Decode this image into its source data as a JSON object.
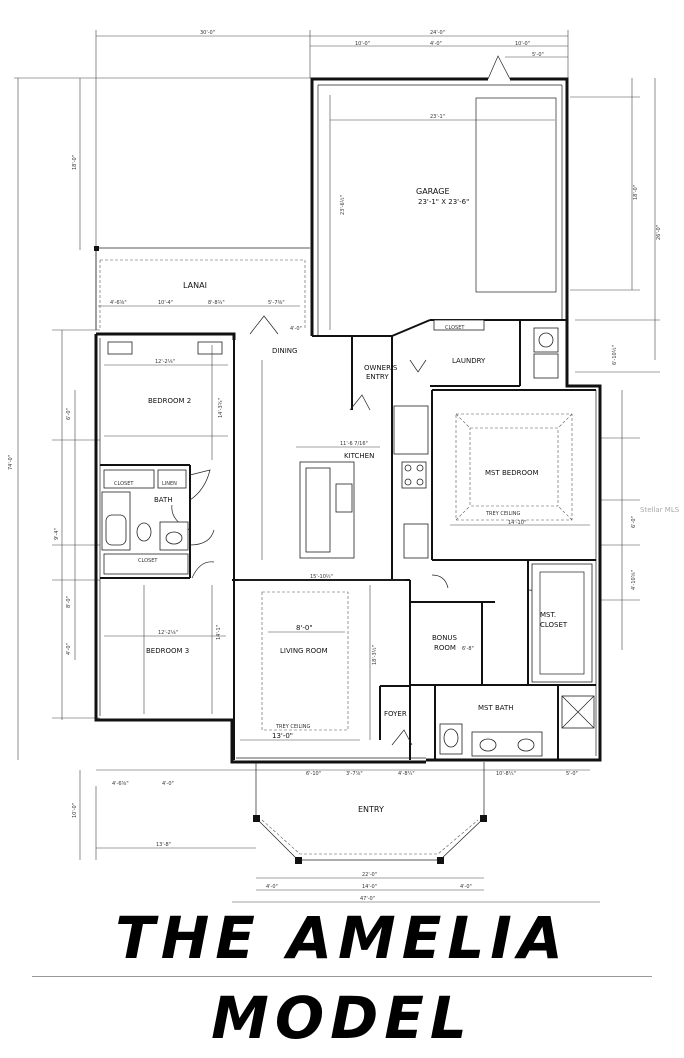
{
  "title": "THE AMELIA MODEL",
  "rooms": {
    "garage": "GARAGE",
    "garage_size": "23'-1\" X 23'-6\"",
    "lanai": "LANAI",
    "dining": "DINING",
    "owners_entry_1": "OWNER'S",
    "owners_entry_2": "ENTRY",
    "laundry": "LAUNDRY",
    "bedroom2": "BEDROOM 2",
    "kitchen": "KITCHEN",
    "mst_bedroom": "MST BEDROOM",
    "bath": "BATH",
    "closet1": "CLOSET",
    "closet2": "CLOSET",
    "linen": "LINEN",
    "bedroom3": "BEDROOM 3",
    "living_room": "LIVING ROOM",
    "bonus_1": "BONUS",
    "bonus_2": "ROOM",
    "mst_closet_1": "MST.",
    "mst_closet_2": "CLOSET",
    "mst_bath": "MST BATH",
    "foyer": "FOYER",
    "entry": "ENTRY",
    "tray_ceiling_1": "TREY CEILING",
    "tray_ceiling_2": "TREY CEILING",
    "closet_garage": "CLOSET"
  },
  "dims": {
    "top_left": "30'-0\"",
    "top_right": "24'-0\"",
    "top_a": "10'-0\"",
    "top_b": "4'-0\"",
    "top_c": "10'-0\"",
    "top_d": "5'-0\"",
    "lanai_a": "4'-6⅝\"",
    "lanai_b": "10'-4\"",
    "lanai_c": "8'-8¾\"",
    "lanai_d": "5'-7⅜\"",
    "lanai_e": "4'-0\"",
    "garage_w": "23'-1\"",
    "garage_h": "23'-6½\"",
    "kitchen_w": "11'-6 7/16\"",
    "mst_w": "14'-10\"",
    "living_top": "15'-10½\"",
    "living_w": "8'-0\"",
    "living_bottom": "13'-0\"",
    "living_h": "18'-3½\"",
    "bedroom2_w": "12'-2⅛\"",
    "bedroom2_h": "14'-3¾\"",
    "bedroom3_w": "12'-2⅛\"",
    "bedroom3_h": "14'-1\"",
    "bonus_w": "6'-8\"",
    "entry_total": "22'-0\"",
    "entry_mid": "14'-0\"",
    "entry_l": "4'-0\"",
    "entry_r": "4'-0\"",
    "entry_outer": "47'-0\"",
    "side_total": "74'-0\"",
    "side_right": "26'-0\"",
    "side_right2": "18'-0\"",
    "garage_left": "18'-0\"",
    "bottom_a": "4'-6⅝\"",
    "bottom_b": "4'-0\"",
    "bottom_c": "6'-10\"",
    "bottom_d": "3'-7⅞\"",
    "bottom_e": "4'-8¼\"",
    "bottom_f": "10'-8¼\"",
    "bottom_g": "5'-0\"",
    "left_a": "9'-4\"",
    "left_b": "8'-0\"",
    "left_c": "6'-0\"",
    "left_d": "4'-0\"",
    "right_a": "6'-10½\"",
    "right_b": "4'-10⅝\"",
    "right_c": "6'-0\"",
    "entry_depth": "10'-0\"",
    "entry_left": "13'-8\""
  },
  "watermark": "Stellar MLS"
}
